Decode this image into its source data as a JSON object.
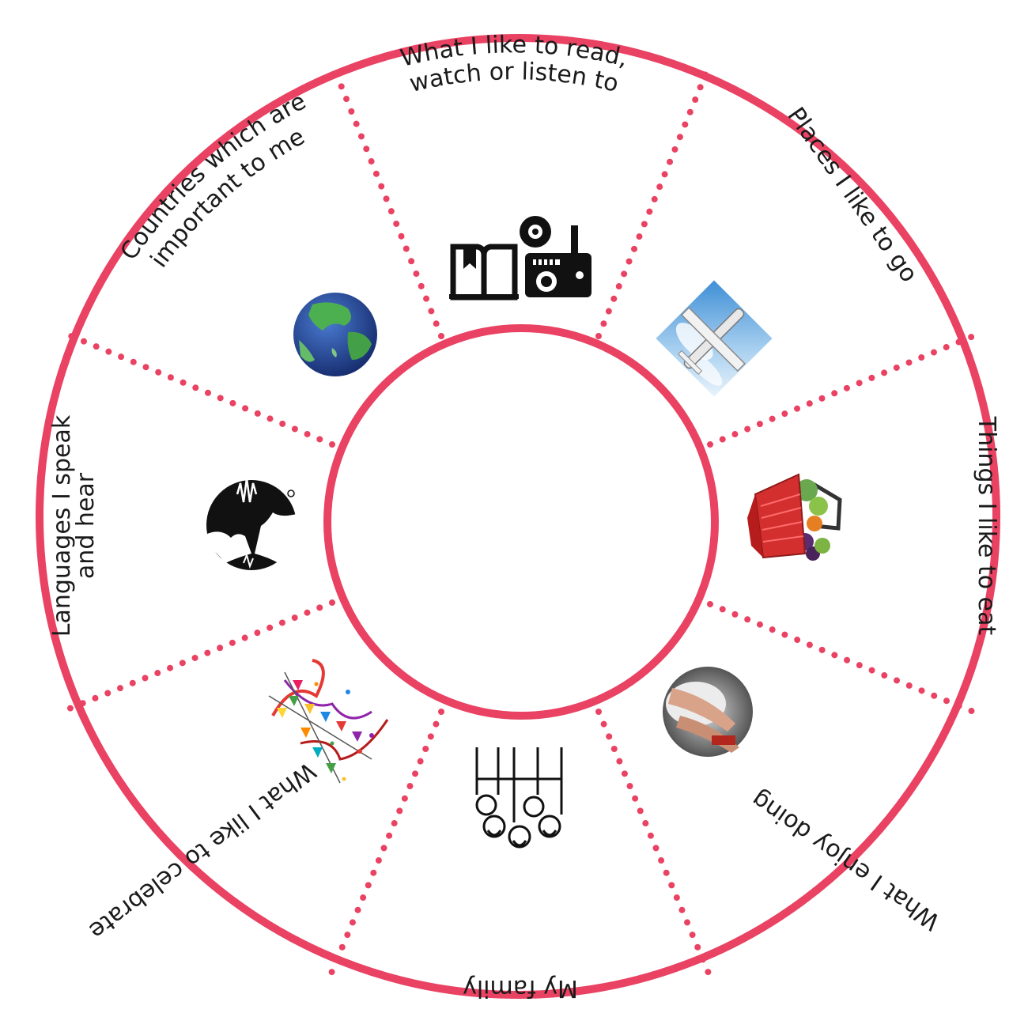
{
  "colors": {
    "ring": "#e94262",
    "text": "#1a1a1a",
    "background": "#ffffff"
  },
  "segments": [
    {
      "id": "read",
      "lines": [
        "What I like to read,",
        "watch or listen to"
      ],
      "icon": "book-cd-radio-icon"
    },
    {
      "id": "places",
      "lines": [
        "Places I like to go"
      ],
      "icon": "airplane-sky-icon"
    },
    {
      "id": "eat",
      "lines": [
        "Things I like to eat"
      ],
      "icon": "food-basket-icon"
    },
    {
      "id": "enjoy",
      "lines": [
        "What I enjoy doing"
      ],
      "icon": "drum-hands-icon"
    },
    {
      "id": "family",
      "lines": [
        "My family"
      ],
      "icon": "family-group-icon"
    },
    {
      "id": "celebrate",
      "lines": [
        "What I like to celebrate"
      ],
      "icon": "confetti-streamers-icon"
    },
    {
      "id": "languages",
      "lines": [
        "Languages I speak",
        "and hear"
      ],
      "icon": "speaking-faces-icon"
    },
    {
      "id": "countries",
      "lines": [
        "Countries which are",
        "important to me"
      ],
      "icon": "globe-icon"
    }
  ]
}
